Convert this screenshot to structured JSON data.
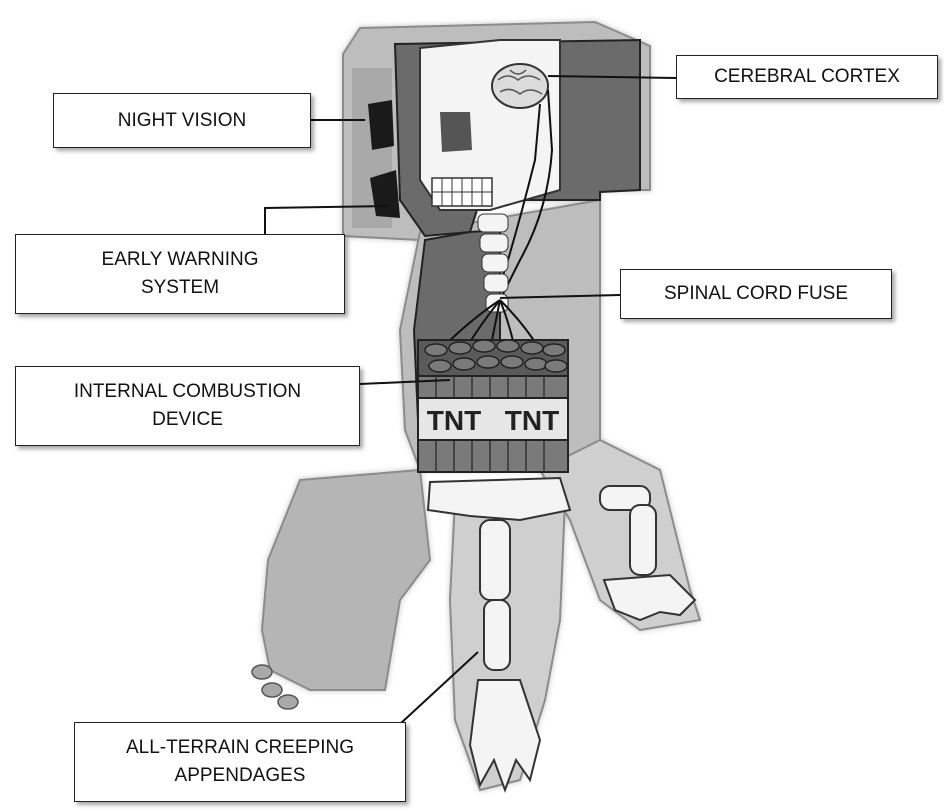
{
  "labels": {
    "night_vision": "NIGHT VISION",
    "cerebral_cortex": "CEREBRAL CORTEX",
    "early_warning_line1": "EARLY WARNING",
    "early_warning_line2": "SYSTEM",
    "spinal_cord_fuse": "SPINAL CORD FUSE",
    "internal_combustion_line1": "INTERNAL COMBUSTION",
    "internal_combustion_line2": "DEVICE",
    "all_terrain_line1": "ALL-TERRAIN CREEPING",
    "all_terrain_line2": "APPENDAGES"
  },
  "tnt": {
    "left": "TNT",
    "right": "TNT"
  },
  "colors": {
    "skin": "#bdbdbd",
    "skin_dark": "#a9a9a9",
    "cavity": "#6b6b6b",
    "bone": "#f4f4f4",
    "brain": "#dcdcdc",
    "tnt_red": "#7a7a7a",
    "tnt_band": "#e6e6e6"
  }
}
